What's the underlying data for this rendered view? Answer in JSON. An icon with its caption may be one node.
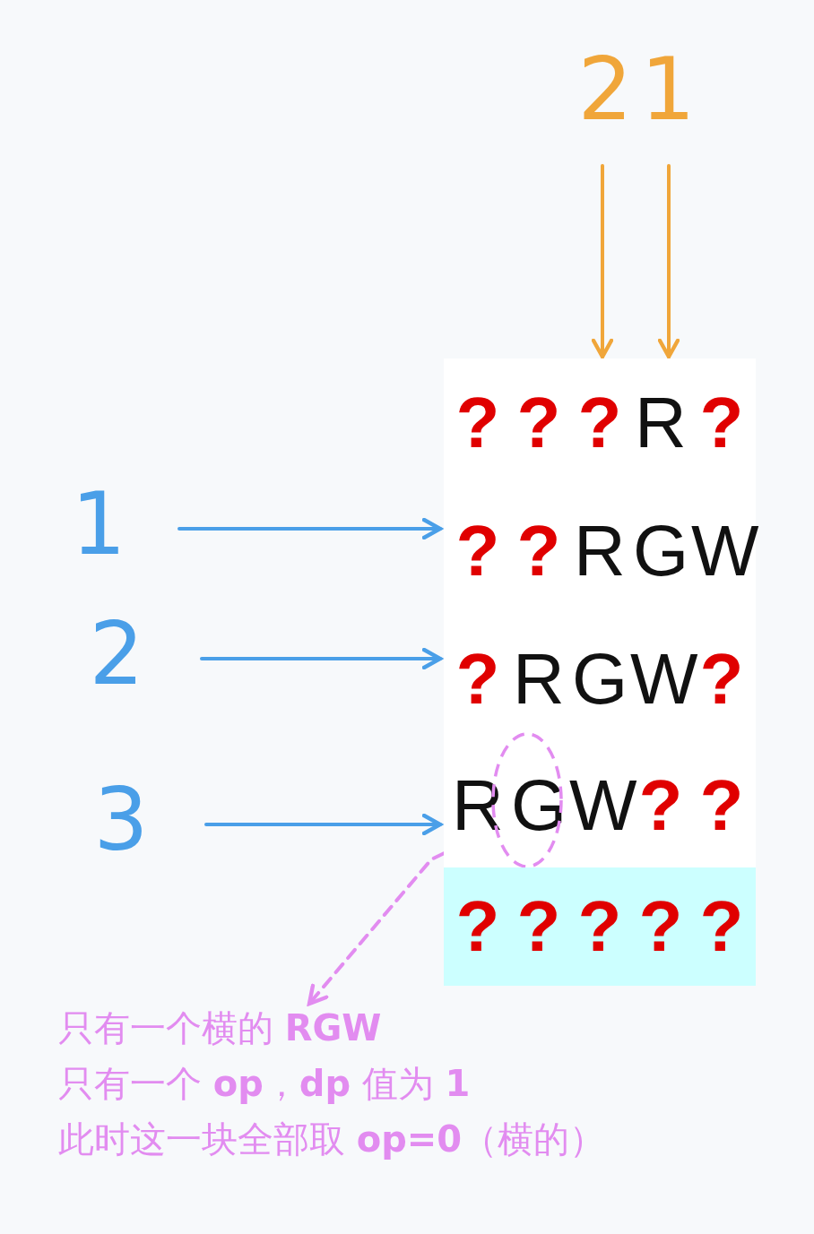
{
  "diagram": {
    "nodes": [
      {
        "text": [
          "2"
        ]
      },
      {
        "text": [
          "1"
        ]
      },
      {
        "text": [
          "???R?"
        ]
      },
      {
        "text": [
          "1"
        ]
      },
      {
        "text": [
          "??RGW"
        ]
      },
      {
        "text": [
          "2"
        ]
      },
      {
        "text": [
          "?RGW?"
        ]
      },
      {
        "text": [
          "3"
        ]
      },
      {
        "text": [
          "RGW??"
        ]
      },
      {
        "text": [],
        "shape": "circle",
        "in": 8
      },
      {
        "text": [
          "?????"
        ]
      },
      {
        "text": [
          "只有一个横的 **RGW**",
          "只有一个 **op**，**dp** 值为 **1**",
          "此时这一块全部取 **op=0**（横的）"
        ]
      }
    ],
    "edges": [
      {
        "from": 0,
        "to": 2,
        "arrow": "to",
        "color": "#f0a63a"
      },
      {
        "from": 1,
        "to": 2,
        "arrow": "to",
        "color": "#f0a63a"
      },
      {
        "from": 3,
        "to": 4,
        "arrow": "to",
        "color": "#4a9fe8"
      },
      {
        "from": 5,
        "to": 6,
        "arrow": "to",
        "color": "#4a9fe8"
      },
      {
        "from": 7,
        "to": 8,
        "arrow": "to",
        "color": "#4a9fe8"
      },
      {
        "from": 9,
        "to": 11,
        "arrow": "to",
        "style": "dashed",
        "color": "#e28cf0"
      }
    ]
  }
}
